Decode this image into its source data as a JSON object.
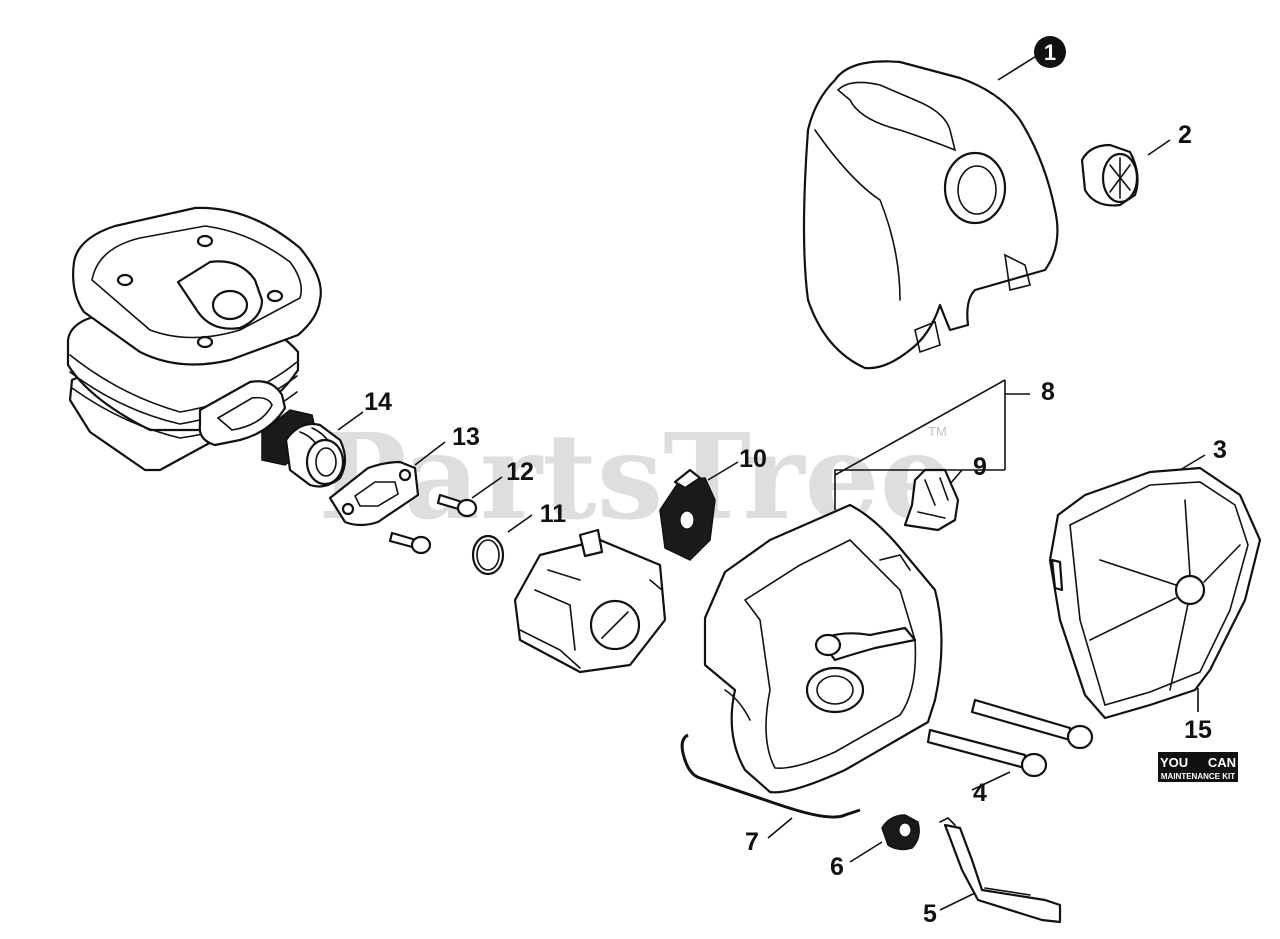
{
  "watermark": {
    "text": "PartsTree",
    "tm": "TM"
  },
  "badge": {
    "line1_left": "YOU",
    "line1_right": "CAN",
    "line2": "MAINTENANCE KIT"
  },
  "callouts": [
    {
      "id": "1",
      "label": "1"
    },
    {
      "id": "2",
      "label": "2"
    },
    {
      "id": "3",
      "label": "3"
    },
    {
      "id": "4",
      "label": "4"
    },
    {
      "id": "5",
      "label": "5"
    },
    {
      "id": "6",
      "label": "6"
    },
    {
      "id": "7",
      "label": "7"
    },
    {
      "id": "8",
      "label": "8"
    },
    {
      "id": "9",
      "label": "9"
    },
    {
      "id": "10",
      "label": "10"
    },
    {
      "id": "11",
      "label": "11"
    },
    {
      "id": "12",
      "label": "12"
    },
    {
      "id": "13",
      "label": "13"
    },
    {
      "id": "14",
      "label": "14"
    },
    {
      "id": "15",
      "label": "15"
    }
  ]
}
